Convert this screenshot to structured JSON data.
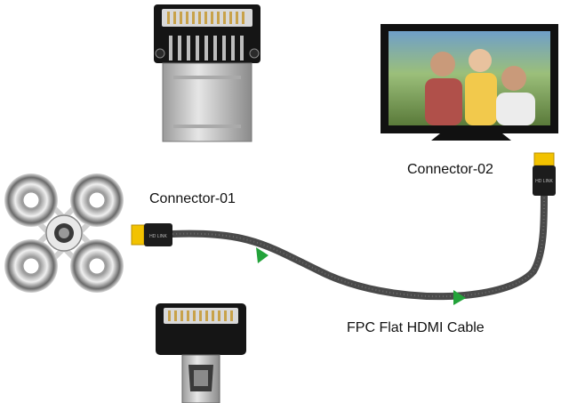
{
  "labels": {
    "connector_01": "Connector-01",
    "connector_02": "Connector-02",
    "cable": "FPC Flat HDMI Cable"
  },
  "plug_text": "HD LINK",
  "colors": {
    "cable": "#4a4a4a",
    "plug_yellow": "#f2c200",
    "arrow_green": "#23a33a",
    "tv_frame": "#111111",
    "board_black": "#151515",
    "metal": "#c9c9c9"
  },
  "icons": {
    "drone": "quadcopter-drone-icon",
    "tv": "television-icon",
    "top_adapter": "hdmi-adapter-board-icon",
    "bottom_adapter": "micro-hdmi-adapter-icon"
  }
}
